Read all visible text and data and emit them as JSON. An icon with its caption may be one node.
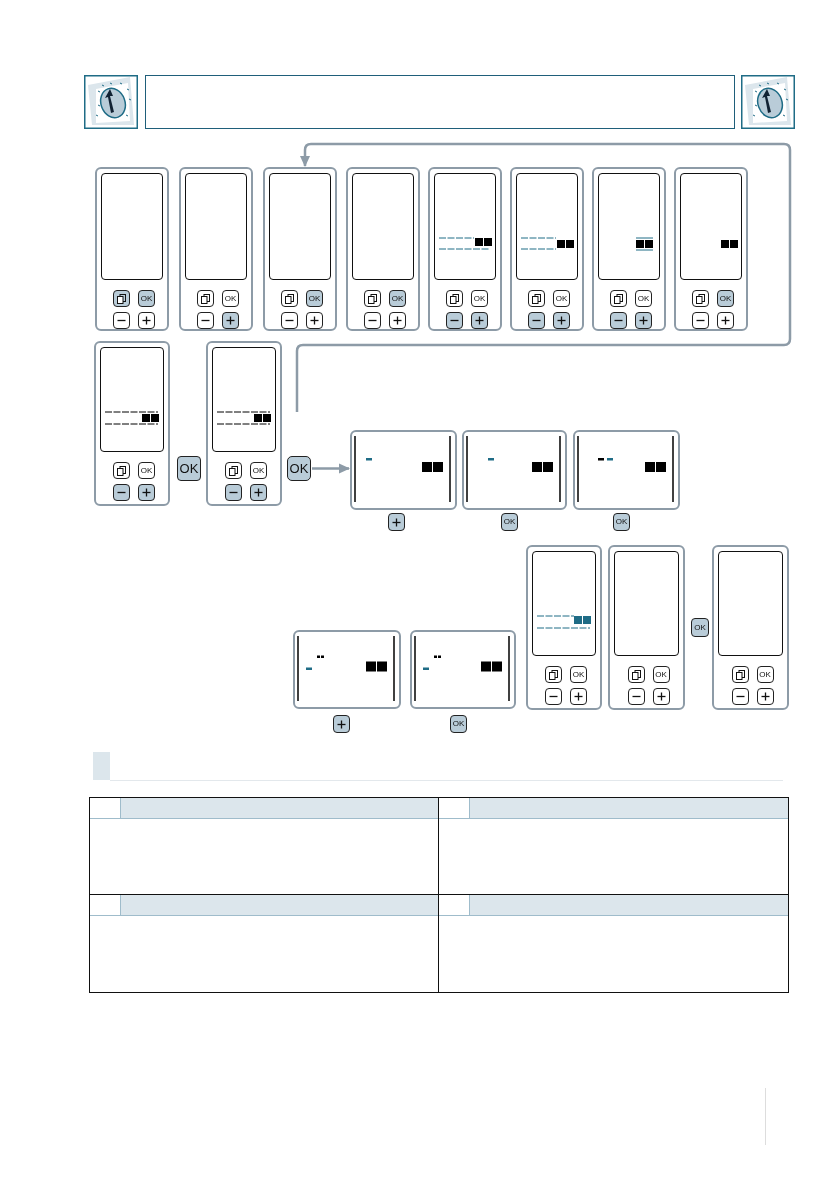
{
  "diagram": {
    "nodes": [
      {
        "text": [
          "OK"
        ]
      },
      {
        "text": [
          "OK"
        ]
      },
      {
        "text": [
          "OK"
        ]
      },
      {
        "text": [
          "OK"
        ]
      },
      {
        "text": [
          "OK"
        ]
      },
      {
        "text": [
          "OK"
        ]
      },
      {
        "text": [
          "OK"
        ]
      },
      {
        "text": [
          "OK"
        ]
      },
      {
        "text": [
          "OK"
        ]
      },
      {
        "text": [
          "OK"
        ]
      },
      {
        "text": [
          "OK"
        ]
      },
      {
        "text": [],
        "shape": "box"
      },
      {
        "text": [],
        "shape": "box"
      },
      {
        "text": [],
        "shape": "box"
      },
      {
        "text": [],
        "shape": "box"
      },
      {
        "text": [],
        "shape": "box"
      },
      {
        "text": [
          "OK"
        ]
      },
      {
        "text": [
          "OK"
        ]
      },
      {
        "text": [
          "OK"
        ]
      },
      {
        "text": [],
        "shape": "box"
      }
    ],
    "edges": [
      {
        "from": null,
        "to": 2,
        "arrow": "to"
      },
      {
        "from": 10,
        "to": 11,
        "arrow": "to"
      }
    ],
    "labels": [
      "OK",
      "OK",
      "OK",
      "OK",
      "OK"
    ]
  }
}
